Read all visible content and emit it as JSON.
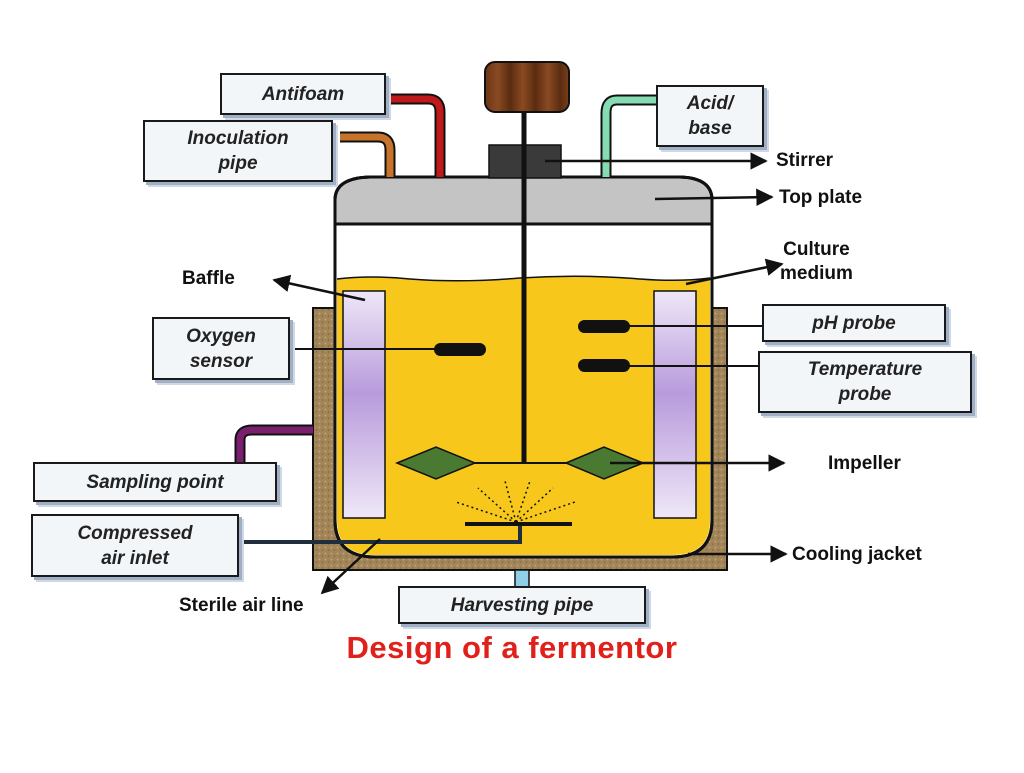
{
  "labels": {
    "antifoam": "Antifoam",
    "inoculation_pipe": "Inoculation\npipe",
    "acid_base": "Acid/\nbase",
    "stirrer": "Stirrer",
    "top_plate": "Top plate",
    "culture_medium": "Culture\nmedium",
    "baffle": "Baffle",
    "oxygen_sensor": "Oxygen\nsensor",
    "ph_probe": "pH probe",
    "temperature_probe": "Temperature\nprobe",
    "impeller": "Impeller",
    "sampling_point": "Sampling point",
    "compressed_air_inlet": "Compressed\nair inlet",
    "cooling_jacket": "Cooling jacket",
    "sterile_air_line": "Sterile air line",
    "harvesting_pipe": "Harvesting pipe"
  },
  "title": "Design of a fermentor",
  "colors": {
    "medium": "#f7c81b",
    "jacket": "#a2865a",
    "top_plate": "#c4c4c4",
    "baffle": "#cdb8e4",
    "impeller": "#4a7a32",
    "antifoam_pipe": "#c0191a",
    "inoculation_pipe": "#c8732b",
    "acid_base_pipe": "#86dcb2",
    "sampling_pipe": "#7a1f6e",
    "motor": "#7b3f1b",
    "title": "#e0201a"
  }
}
